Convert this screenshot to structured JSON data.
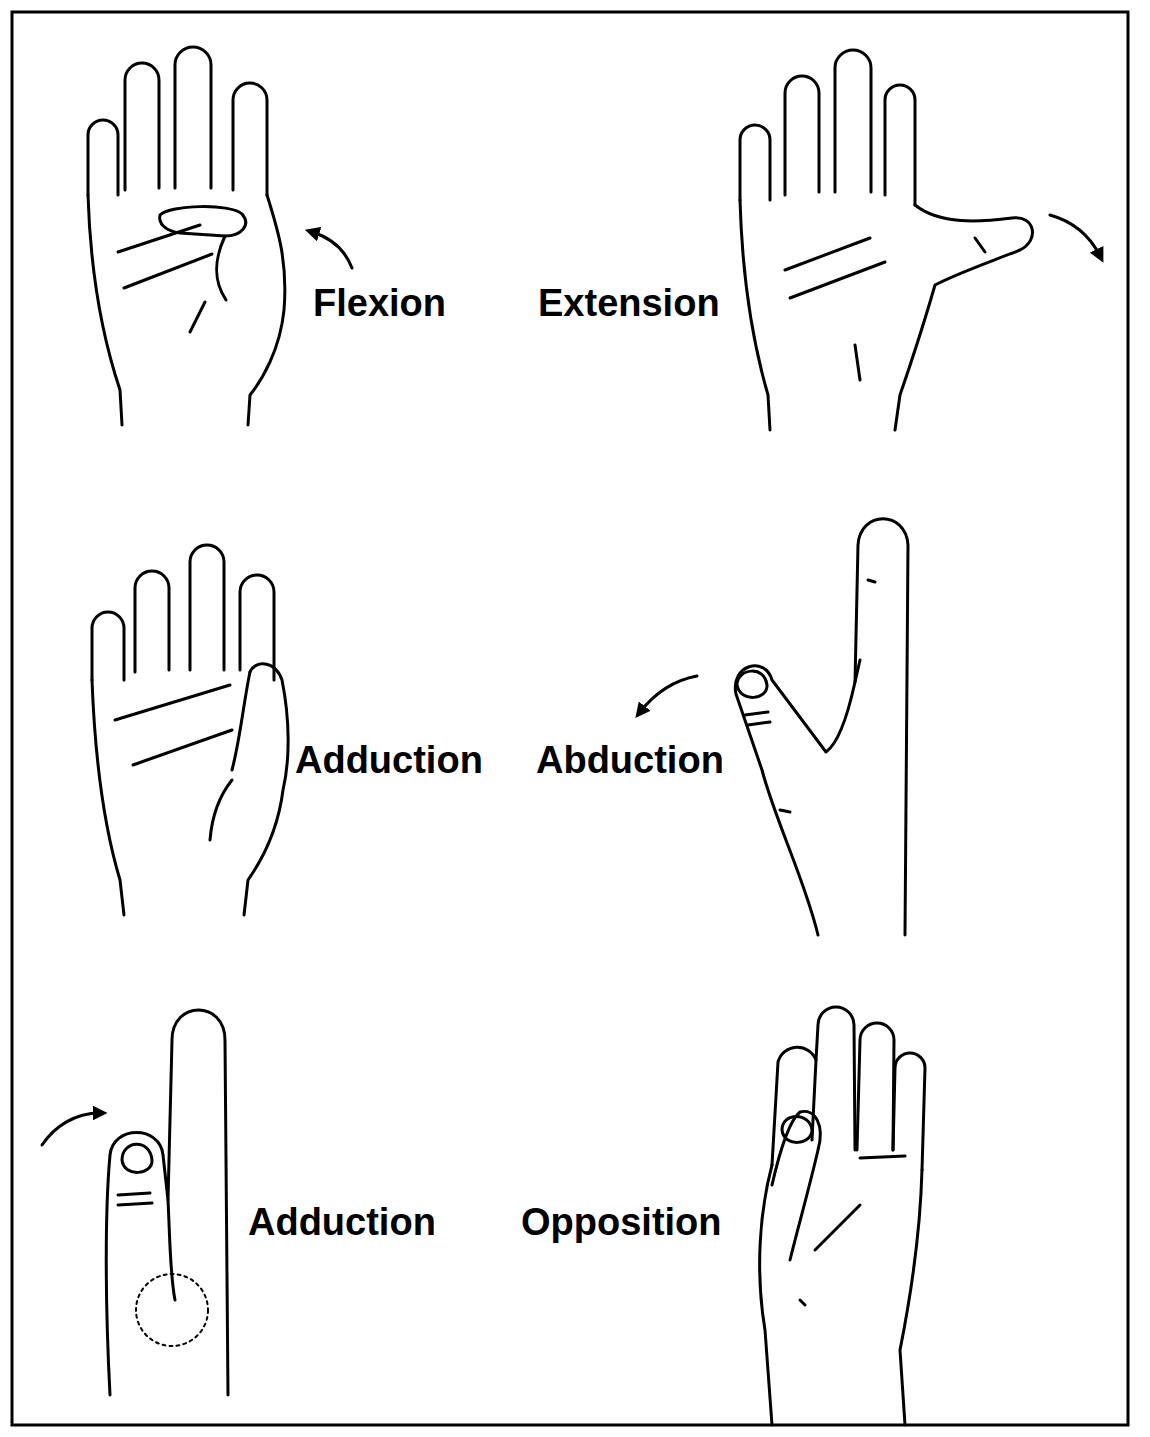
{
  "diagram": {
    "labels": [
      "Flexion",
      "Extension",
      "Adduction",
      "Abduction",
      "Adduction",
      "Opposition"
    ]
  }
}
